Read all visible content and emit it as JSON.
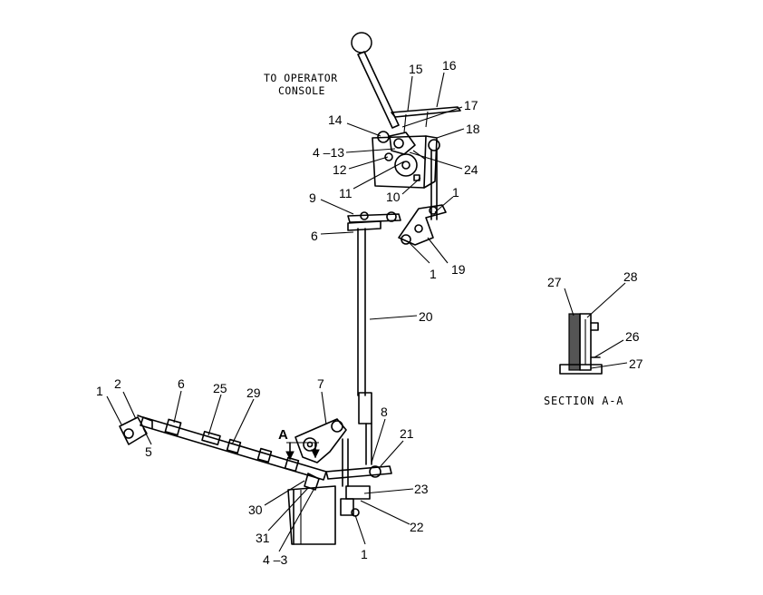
{
  "notes": {
    "operator_line1": "TO OPERATOR",
    "operator_line2": "CONSOLE",
    "section_title": "SECTION A-A",
    "section_marker": "A"
  },
  "callouts": [
    {
      "id": "c-15",
      "text": "15"
    },
    {
      "id": "c-16",
      "text": "16"
    },
    {
      "id": "c-17",
      "text": "17"
    },
    {
      "id": "c-14",
      "text": "14"
    },
    {
      "id": "c-18",
      "text": "18"
    },
    {
      "id": "c-4-13",
      "text": "4 –13"
    },
    {
      "id": "c-12",
      "text": "12"
    },
    {
      "id": "c-24",
      "text": "24"
    },
    {
      "id": "c-11",
      "text": "11"
    },
    {
      "id": "c-10",
      "text": "10"
    },
    {
      "id": "c-9",
      "text": "9"
    },
    {
      "id": "c-1a",
      "text": "1"
    },
    {
      "id": "c-6a",
      "text": "6"
    },
    {
      "id": "c-1b",
      "text": "1"
    },
    {
      "id": "c-19",
      "text": "19"
    },
    {
      "id": "c-20",
      "text": "20"
    },
    {
      "id": "c-27a",
      "text": "27"
    },
    {
      "id": "c-28",
      "text": "28"
    },
    {
      "id": "c-26",
      "text": "26"
    },
    {
      "id": "c-27b",
      "text": "27"
    },
    {
      "id": "c-1c",
      "text": "1"
    },
    {
      "id": "c-2",
      "text": "2"
    },
    {
      "id": "c-6b",
      "text": "6"
    },
    {
      "id": "c-25",
      "text": "25"
    },
    {
      "id": "c-29",
      "text": "29"
    },
    {
      "id": "c-7",
      "text": "7"
    },
    {
      "id": "c-5",
      "text": "5"
    },
    {
      "id": "c-8",
      "text": "8"
    },
    {
      "id": "c-21",
      "text": "21"
    },
    {
      "id": "c-23",
      "text": "23"
    },
    {
      "id": "c-30",
      "text": "30"
    },
    {
      "id": "c-22",
      "text": "22"
    },
    {
      "id": "c-31",
      "text": "31"
    },
    {
      "id": "c-4-3",
      "text": "4 –3"
    },
    {
      "id": "c-1d",
      "text": "1"
    }
  ]
}
